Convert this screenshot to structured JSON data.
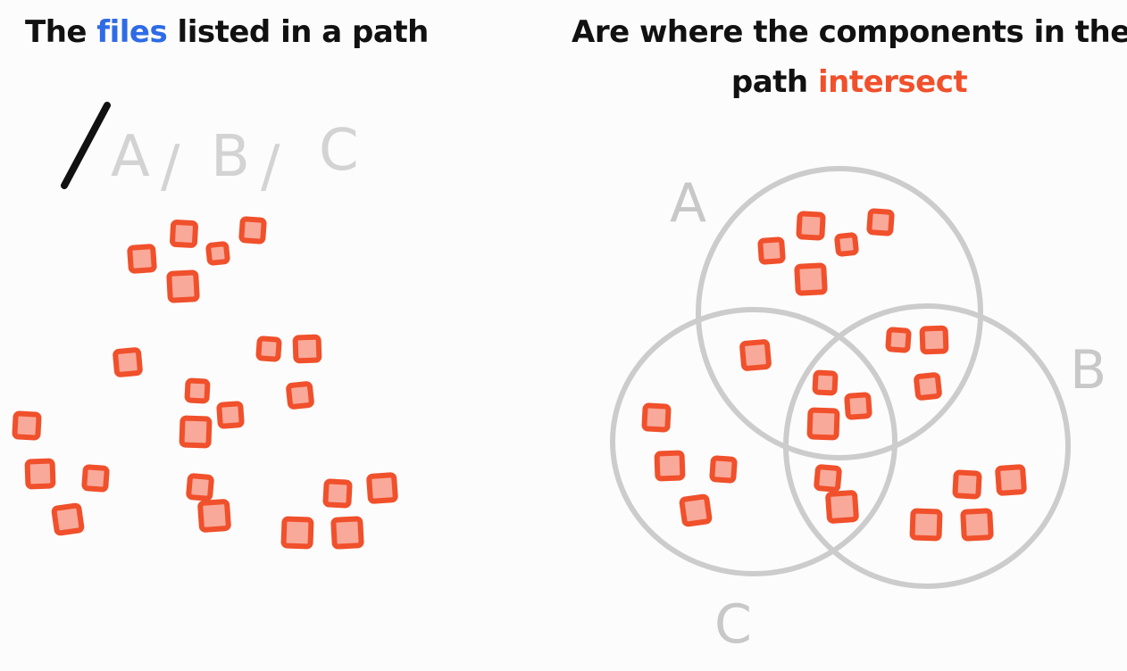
{
  "left_panel": {
    "heading": {
      "before": "The ",
      "highlight": "files",
      "after": " listed in a path"
    },
    "path": {
      "root_slash": "/",
      "components": [
        "A",
        "B",
        "C"
      ],
      "separators": [
        "/",
        "/"
      ]
    }
  },
  "right_panel": {
    "heading": {
      "line1": "Are where the components in the",
      "line2_before": "path ",
      "line2_highlight": "intersect"
    },
    "circles": [
      {
        "label": "A"
      },
      {
        "label": "B"
      },
      {
        "label": "C"
      }
    ]
  },
  "colors": {
    "files_highlight": "#2f6be6",
    "intersect_highlight": "#f0502b",
    "file_stroke": "#f0502b",
    "file_fill": "#f9a99a",
    "circle_stroke": "#cccccc",
    "path_text": "#d3d3d3",
    "root_slash": "#111111"
  }
}
